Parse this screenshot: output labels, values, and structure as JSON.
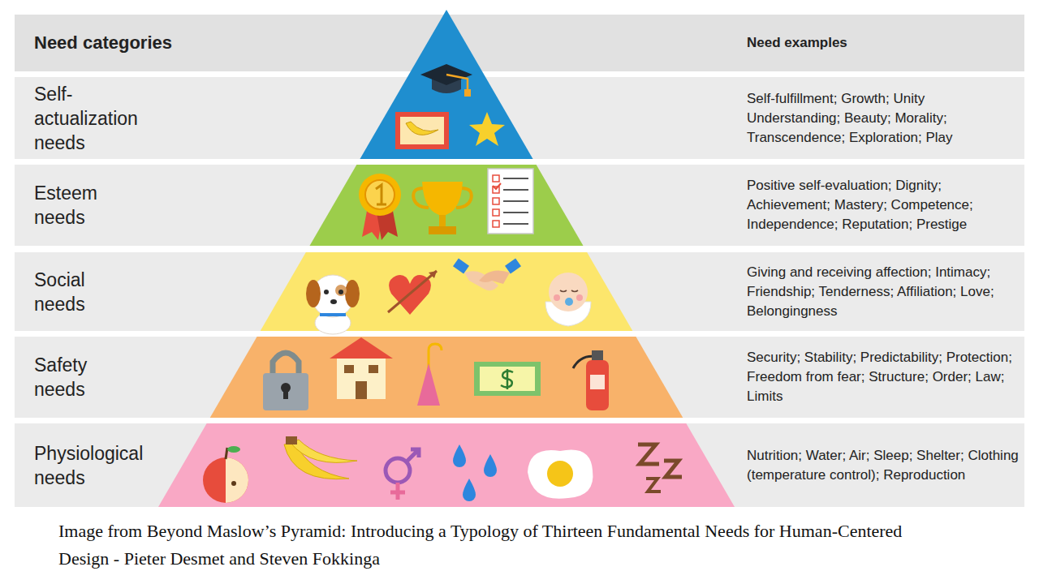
{
  "diagram": {
    "caption": "Image from Beyond Maslow’s Pyramid: Introducing a Typology of Thirteen Fundamental Needs for Human-Centered Design - Pieter Desmet and Steven Fokkinga",
    "nodes": [
      {
        "text": [
          "Need categories",
          "Need examples"
        ]
      },
      {
        "text": [
          "Self-actualization needs",
          "Self-fulfillment; Growth; Unity Understanding; Beauty; Morality; Transcendence; Exploration; Play"
        ]
      },
      {
        "text": [
          "Esteem needs",
          "Positive self-evaluation; Dignity; Achievement; Mastery; Competence; Independence; Reputation; Prestige"
        ]
      },
      {
        "text": [
          "Social needs",
          "Giving and receiving affection; Intimacy; Friendship; Tenderness; Affiliation; Love; Belongingness"
        ]
      },
      {
        "text": [
          "Safety needs",
          "Security; Stability; Predictability; Protection; Freedom from fear; Structure; Order; Law; Limits"
        ]
      },
      {
        "text": [
          "Physiological needs",
          "Nutrition; Water; Air; Sleep; Shelter; Clothing (temperature control); Reproduction"
        ]
      }
    ]
  }
}
